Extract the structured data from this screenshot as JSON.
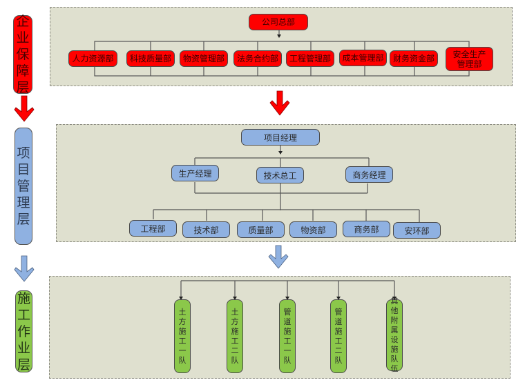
{
  "layers": [
    {
      "label": "企业保障层",
      "color": "#ff0000"
    },
    {
      "label": "项目管理层",
      "color": "#8fb1e1"
    },
    {
      "label": "施工作业层",
      "color": "#8bc84a"
    }
  ],
  "enterprise": {
    "root": "公司总部",
    "departments": [
      "人力资源部",
      "科技质量部",
      "物资管理部",
      "法务合约部",
      "工程管理部",
      "成本管理部",
      "财务资金部",
      "安全生产管理部"
    ]
  },
  "project": {
    "root": "项目经理",
    "managers": [
      "生产经理",
      "技术总工",
      "商务经理"
    ],
    "departments": [
      "工程部",
      "技术部",
      "质量部",
      "物资部",
      "商务部",
      "安环部"
    ]
  },
  "construction": {
    "teams": [
      "土方施工一队",
      "土方施工二队",
      "管道施工一队",
      "管道施工二队",
      "其他附属设施队伍"
    ]
  },
  "icons": {
    "layer_arrow_1": "red-down-arrow",
    "layer_arrow_2": "blue-down-arrow"
  }
}
